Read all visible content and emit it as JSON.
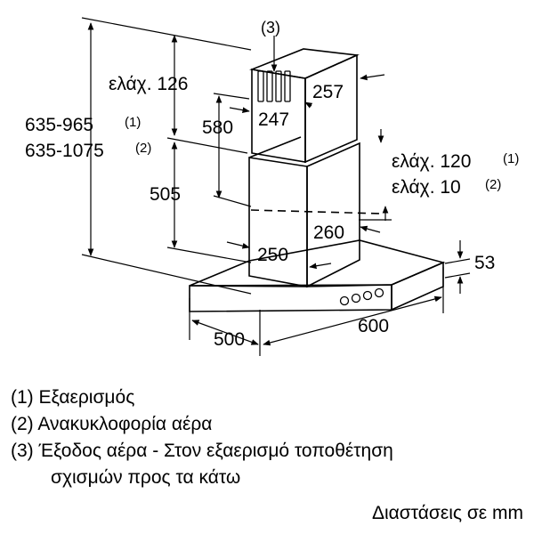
{
  "callout": {
    "label": "(3)"
  },
  "dimensions": {
    "min_126": "ελάχ. 126",
    "d_257": "257",
    "d_580": "580",
    "d_247": "247",
    "height_range_1": "635-965",
    "height_range_1_note": "(1)",
    "height_range_2": "635-1075",
    "height_range_2_note": "(2)",
    "min_120": "ελάχ. 120",
    "min_120_note": "(1)",
    "min_10": "ελάχ. 10",
    "min_10_note": "(2)",
    "d_505": "505",
    "d_260": "260",
    "d_250": "250",
    "d_53": "53",
    "d_500": "500",
    "d_600": "600"
  },
  "legend": {
    "item1": "(1) Εξαερισμός",
    "item2": "(2) Ανακυκλοφορία αέρα",
    "item3_line1": "(3) Έξοδος αέρα - Στον εξαερισμό τοποθέτηση",
    "item3_line2": "σχισμών προς τα κάτω"
  },
  "units_note": "Διαστάσεις σε mm"
}
